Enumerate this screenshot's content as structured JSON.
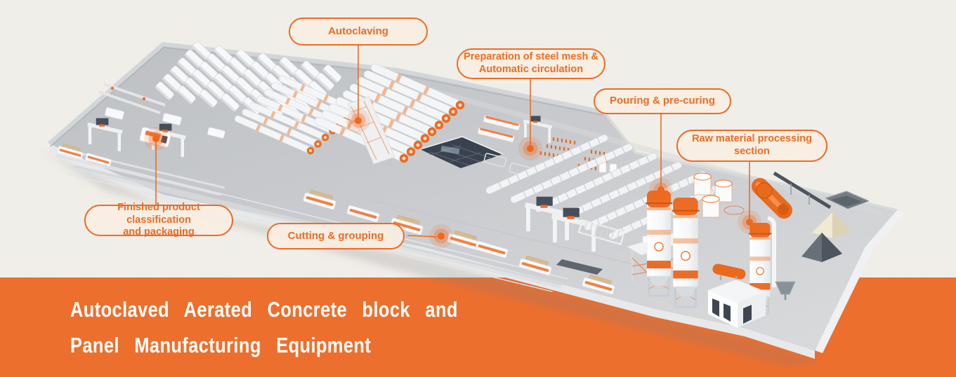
{
  "banner": {
    "title_line1": "Autoclaved Aerated Concrete block and",
    "title_line2": "Panel Manufacturing Equipment",
    "bg_color": "#ED6F2D",
    "text_color": "#FFFFFF"
  },
  "callouts": {
    "autoclaving": {
      "label": "Autoclaving"
    },
    "steel_mesh": {
      "label": "Preparation of steel mesh &\nAutomatic circulation"
    },
    "pouring": {
      "label": "Pouring & pre-curing"
    },
    "raw_material": {
      "label": "Raw material processing\nsection"
    },
    "finished_product": {
      "label": "Finished product classification\nand packaging"
    },
    "cutting": {
      "label": "Cutting & grouping"
    }
  },
  "colors": {
    "accent_orange": "#ED6C23",
    "callout_background": "#FAEEE2",
    "page_background": "#F2F0EA",
    "platform_gray": "#C8CACD",
    "hotspot_orange": "#F2671B"
  }
}
